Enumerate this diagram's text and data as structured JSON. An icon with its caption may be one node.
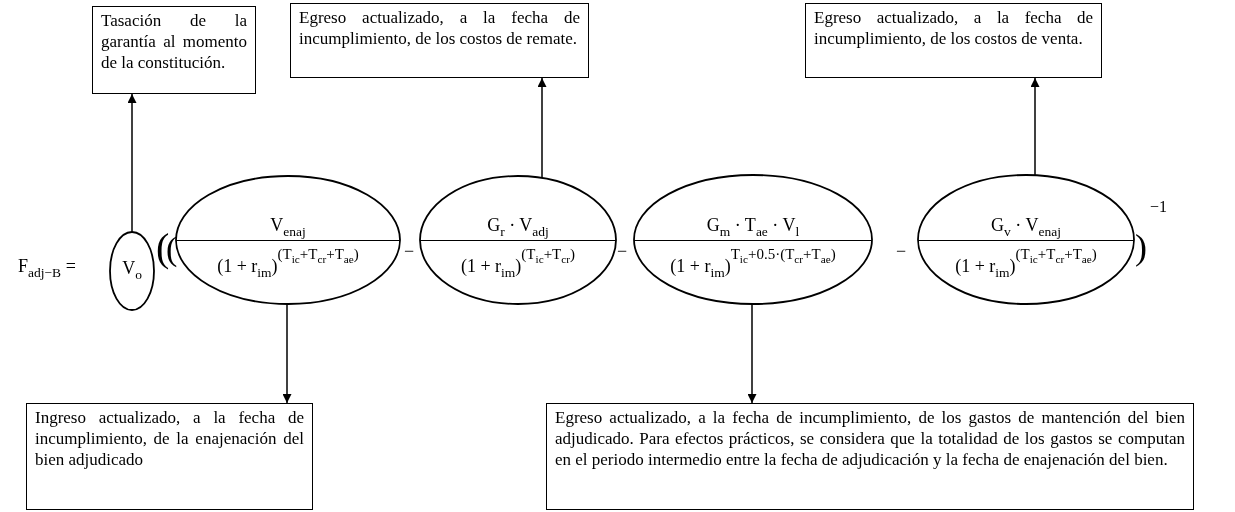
{
  "diagram": {
    "nodes": [
      {
        "text": [
          "Tasación de la garantía al momento de la constitución."
        ]
      },
      {
        "text": [
          "Egreso actualizado, a la fecha de incumplimiento, de los costos de remate."
        ]
      },
      {
        "text": [
          "Egreso actualizado, a la fecha de incumplimiento, de los costos de venta."
        ]
      },
      {
        "text": [
          "V$_{o}$"
        ]
      },
      {
        "text": [
          "V$_{enaj}$",
          "(1 + r$_{im}$)",
          "(T$_{ic}$+T$_{cr}$+T$_{ae}$)"
        ]
      },
      {
        "text": [
          "G$_{r}$ · V$_{adj}$",
          "(1 + r$_{im}$)",
          "(T$_{ic}$+T$_{cr}$)"
        ]
      },
      {
        "text": [
          "G$_{m}$ · T$_{ae}$ · V$_{l}$",
          "(1 + r$_{im}$)",
          "T$_{ic}$+0.5·(T$_{cr}$+T$_{ae}$)"
        ]
      },
      {
        "text": [
          "G$_{v}$ · V$_{enaj}$",
          "(1 + r$_{im}$)",
          "(T$_{ic}$+T$_{cr}$+T$_{ae}$)"
        ]
      },
      {
        "text": [
          "Ingreso actualizado, a la fecha de incumplimiento, de la enajenación del bien adjudicado"
        ]
      },
      {
        "text": [
          "Egreso actualizado, a la fecha de incumplimiento, de los gastos de mantención del bien adjudicado. Para efectos prácticos, se considera que la totalidad de los gastos se computan en el periodo intermedio entre la fecha de adjudicación y la fecha de enajenación del bien."
        ]
      }
    ],
    "edges": [
      {
        "from": 3,
        "to": 0,
        "arrow": "to"
      },
      {
        "from": 5,
        "to": 1,
        "arrow": "to"
      },
      {
        "from": 7,
        "to": 2,
        "arrow": "to"
      },
      {
        "from": 4,
        "to": 8,
        "arrow": "to"
      },
      {
        "from": 6,
        "to": 9,
        "arrow": "to"
      }
    ],
    "labels": [
      "F$_{adj−B}$ =",
      "(",
      "(",
      "−",
      "−",
      "−",
      ")",
      "−1"
    ]
  }
}
